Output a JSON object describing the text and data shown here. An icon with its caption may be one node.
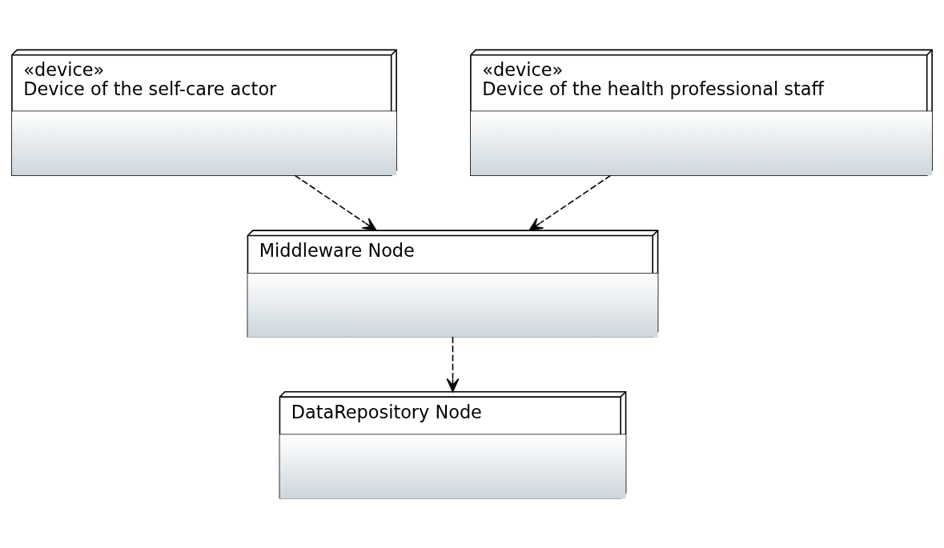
{
  "diagram": {
    "nodes": [
      {
        "text": [
          "«device»",
          "Device of the self-care actor"
        ]
      },
      {
        "text": [
          "«device»",
          "Device of the health professional staff"
        ]
      },
      {
        "text": [
          "Middleware Node"
        ]
      },
      {
        "text": [
          "DataRepository Node"
        ]
      }
    ],
    "edges": [
      {
        "from": 0,
        "to": 2,
        "arrow": "to",
        "style": "dashed"
      },
      {
        "from": 1,
        "to": 2,
        "arrow": "to",
        "style": "dashed"
      },
      {
        "from": 2,
        "to": 3,
        "arrow": "to",
        "style": "dashed"
      }
    ]
  }
}
